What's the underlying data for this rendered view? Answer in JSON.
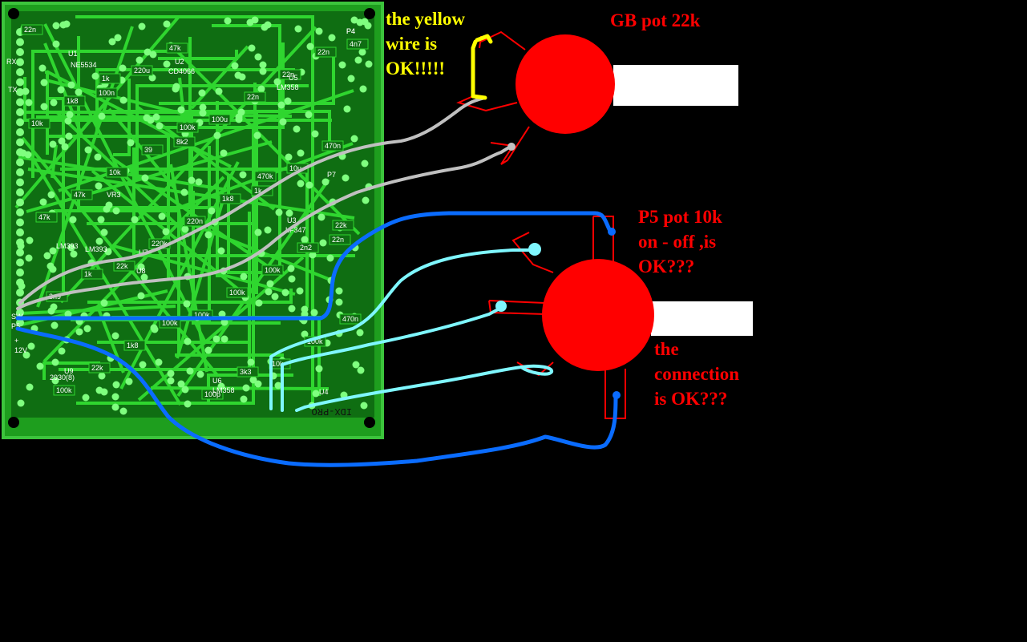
{
  "colors": {
    "background": "#000000",
    "board": "#1e9e1e",
    "board_border": "#3cc43c",
    "pad": "#7fff7f",
    "pot": "#ff0000",
    "yellow_wire": "#ffff00",
    "gray_wire": "#c0c0c0",
    "blue_wire": "#0a6cff",
    "cyan_wire": "#7ff7ff",
    "note_red": "#ff0000",
    "note_yellow": "#ffff00"
  },
  "annotations": {
    "yellow_note": "the yellow\nwire is\nOK!!!!!",
    "gb_title": "GB pot 22k",
    "p5_title": "P5 pot 10k\non - off ,is\nOK???",
    "connection_note": "the\nconnection\nis OK???"
  },
  "pcb": {
    "board_mark": "IDX-PRO",
    "ic_labels": [
      "U1",
      "NE5534",
      "U2",
      "CD4066",
      "U5",
      "LM358",
      "U3",
      "LF347",
      "U7",
      "LM393",
      "U8",
      "LM393",
      "U6",
      "LM358",
      "U9",
      "2930(8)",
      "U4",
      "VR3",
      "P4",
      "P7"
    ],
    "component_values": [
      "22n",
      "1k",
      "100k",
      "470k",
      "22k",
      "1k",
      "100k",
      "3k3",
      "22n",
      "1k8",
      "39",
      "1k8",
      "2n2",
      "3n9",
      "1k8",
      "100p",
      "22n",
      "10k",
      "10k",
      "220n",
      "100k",
      "470n",
      "22k",
      "47k",
      "22n",
      "470n",
      "47k",
      "220k",
      "100k",
      "100k",
      "100k",
      "220u",
      "100u",
      "10u",
      "47k",
      "22k",
      "100k",
      "10k",
      "4n7",
      "100n",
      "8k2",
      "1k",
      "22n"
    ],
    "connector_labels": [
      "RX",
      "TX",
      "P5",
      "SW",
      "P4",
      "+",
      "12V"
    ]
  }
}
